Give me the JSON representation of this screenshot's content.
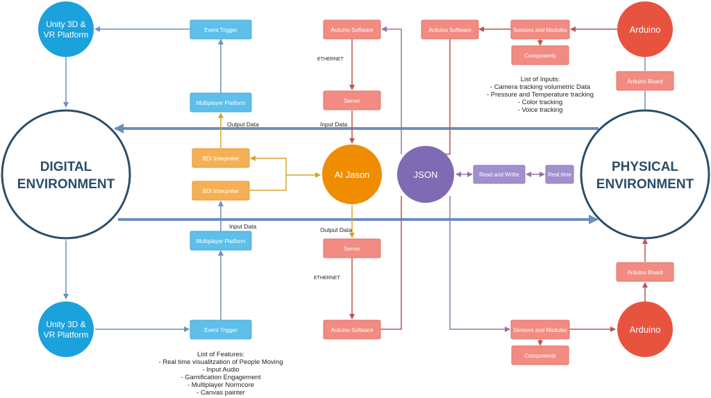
{
  "colors": {
    "blue_circle": "#1ba1dc",
    "blue_box": "#5dbfea",
    "orange_box": "#f5b055",
    "orange_circle": "#f08c00",
    "red_box": "#f28b82",
    "red_circle": "#e85340",
    "purple_circle": "#7e6bb3",
    "purple_box": "#a08fcf",
    "env_stroke": "#2a4d68",
    "main_arrow": "#6b8ebf",
    "red_edge": "#b85450",
    "purple_edge": "#9673a6",
    "orange_edge": "#d6a52a",
    "blue_edge": "#6c8ebf"
  },
  "nodes": {
    "digital_env": {
      "line1": "DIGITAL",
      "line2": "ENVIRONMENT"
    },
    "physical_env": {
      "line1": "PHYSICAL",
      "line2": "ENVIRONMENT"
    },
    "unity_top": {
      "line1": "Unity 3D &",
      "line2": "VR Platform"
    },
    "unity_bottom": {
      "line1": "Unity 3D &",
      "line2": "VR Platform"
    },
    "event_trigger_top": "Event Trigger",
    "event_trigger_bottom": "Event Trigger",
    "multiplayer_top": "Multiplayer Platform",
    "multiplayer_bottom": "Multiplayer Platform",
    "bdi_top": "BDI Interpreter",
    "bdi_bottom": "BDI Interpreter",
    "ai_jason": "AI Jason",
    "json": "JSON",
    "read_write": "Read and Writte",
    "real_time": "Real time",
    "arduino_sw_top_left": "Arduino Software",
    "arduino_sw_top_right": "Arduino Software",
    "arduino_sw_bottom": "Arduino Software",
    "server_top": "Server",
    "server_bottom": "Server",
    "sensors_top": "Sensors and Modules",
    "sensors_bottom": "Sensors and Modules",
    "components_top": "Components",
    "components_bottom": "Components",
    "arduino_top": "Arduino",
    "arduino_bottom": "Arduino",
    "arduino_board_top": "Arduino Board",
    "arduino_board_bottom": "Arduino Board"
  },
  "edge_labels": {
    "output_data_top": "Output Data",
    "input_data_top": "Input Data",
    "input_data_bottom": "Input Data",
    "output_data_bottom": "Output Data",
    "ethernet_top": "ETHERNET",
    "ethernet_bottom": "ETHERNET"
  },
  "inputs_list": {
    "title": "List of Inputs:",
    "items": [
      "- Camera tracking volumetric Data",
      "- Pressure and Temperature tracking",
      "- Color tracking",
      "- Voice tracking"
    ]
  },
  "features_list": {
    "title": "List of Features:",
    "items": [
      "- Real time visualitzation of People Moving",
      "- Input Audio",
      "- Gamification Engagement",
      "- Multiplayer Normcore",
      "- Canvas painter"
    ]
  }
}
